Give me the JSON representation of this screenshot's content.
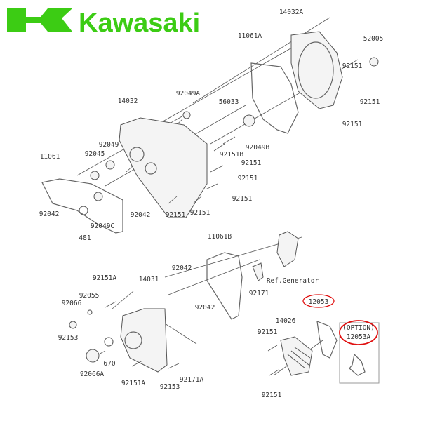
{
  "brand": {
    "name": "Kawasaki",
    "color": "#3ccc14"
  },
  "labels": {
    "l1": "14032A",
    "l2": "11061A",
    "l3": "52005",
    "l4": "92151",
    "l5": "92151",
    "l6": "92151",
    "l7": "92049A",
    "l8": "14032",
    "l9": "56033",
    "l10": "92049",
    "l11": "92045",
    "l12": "11061",
    "l13": "92151B",
    "l14": "92049B",
    "l15": "92151",
    "l16": "92151",
    "l17": "92151",
    "l18": "92042",
    "l19": "92049C",
    "l20": "481",
    "l21": "92042",
    "l22": "92151",
    "l23": "92151",
    "l24": "11061B",
    "l25": "92042",
    "l26": "14031",
    "l27": "92151A",
    "l28": "92055",
    "l29": "92066",
    "l30": "Ref.Generator",
    "l31": "92171",
    "l32": "92042",
    "l33": "12053",
    "l34": "14026",
    "l35": "92151",
    "l36": "(OPTION)",
    "l37": "12053A",
    "l38": "92153",
    "l39": "670",
    "l40": "92066A",
    "l41": "92151A",
    "l42": "92153",
    "l43": "92171A",
    "l44": "92151"
  },
  "highlight_color": "#e01010"
}
